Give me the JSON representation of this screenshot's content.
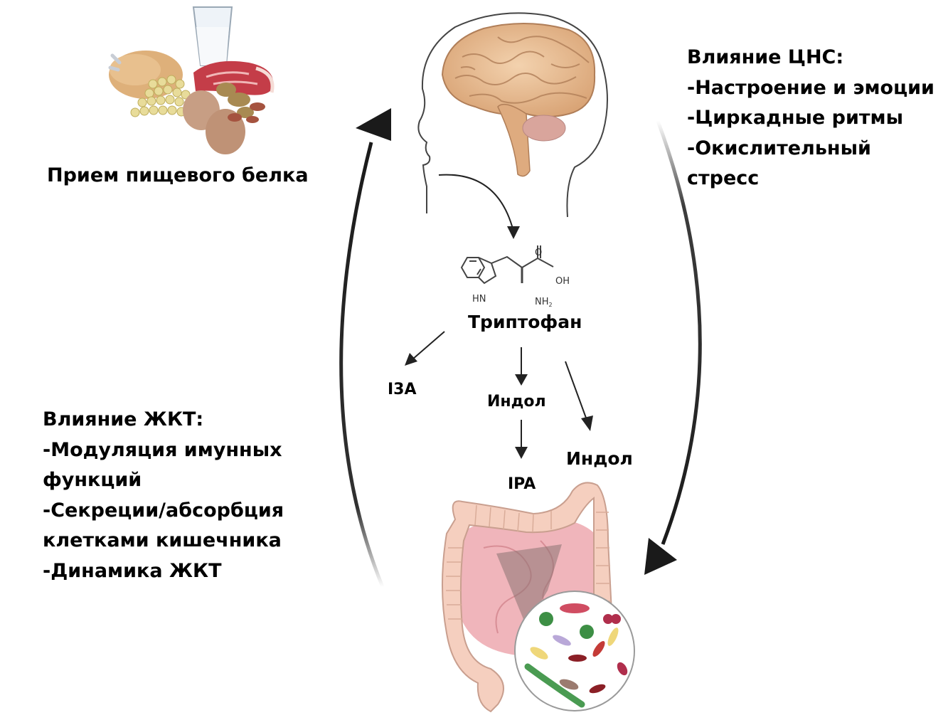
{
  "diagram": {
    "food": {
      "label": "Прием пищевого белка",
      "icon": "protein-food-icon"
    },
    "brain": {
      "icon": "head-brain-icon"
    },
    "cns_effects": {
      "title": "Влияние ЦНС:",
      "items": [
        "-Настроение и эмоции",
        "-Циркадные ритмы",
        "-Окислительный",
        "стресс"
      ]
    },
    "gut_effects": {
      "title": "Влияние ЖКТ:",
      "items": [
        "-Модуляция имунных",
        "функций",
        "-Секреции/абсорбция",
        "клетками кишечника",
        "-Динамика ЖКТ"
      ]
    },
    "tryptophan": {
      "label": "Триптофан",
      "structure": {
        "hn": "HN",
        "nh2": "NH",
        "nh2_sub": "2",
        "oh": "OH",
        "o": "O"
      }
    },
    "metabolites": {
      "i3a": "I3A",
      "indole_center": "Индол",
      "ipa": "IPA",
      "indole_right": "Индол"
    },
    "gut": {
      "icon": "intestine-microbiota-icon"
    },
    "colors": {
      "text": "#000000",
      "arrow": "#1a1a1a",
      "brain": "#e2b48c",
      "colon": "#f4cdbb",
      "small_intestine": "#f2b8bd",
      "bacteria_green": "#3d8f45",
      "bacteria_red": "#c43b52",
      "bacteria_yellow": "#efd77a"
    }
  }
}
